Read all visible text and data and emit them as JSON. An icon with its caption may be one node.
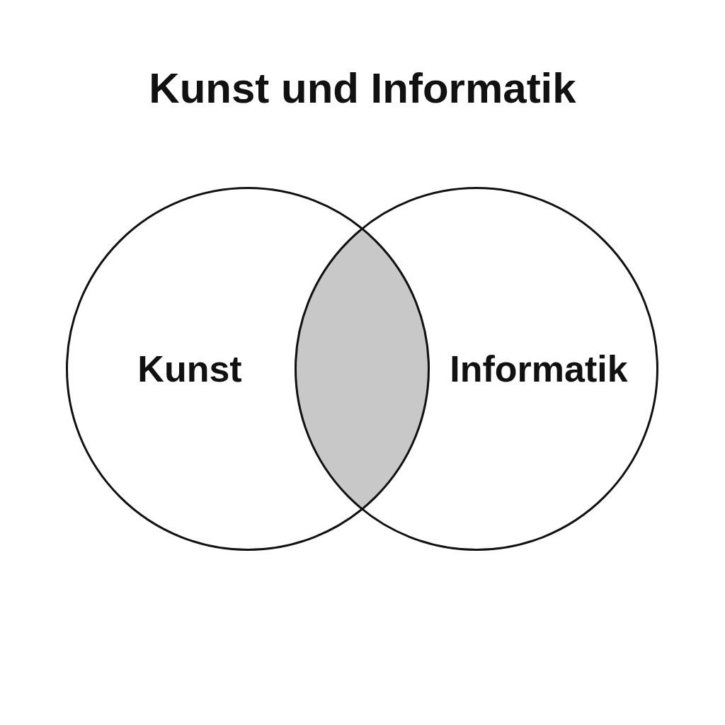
{
  "diagram": {
    "title": "Kunst und Informatik",
    "nodes": [
      {
        "text": [
          "Kunst"
        ]
      },
      {
        "text": [
          "Informatik"
        ]
      },
      {
        "text": [],
        "shape": "lens"
      }
    ]
  }
}
